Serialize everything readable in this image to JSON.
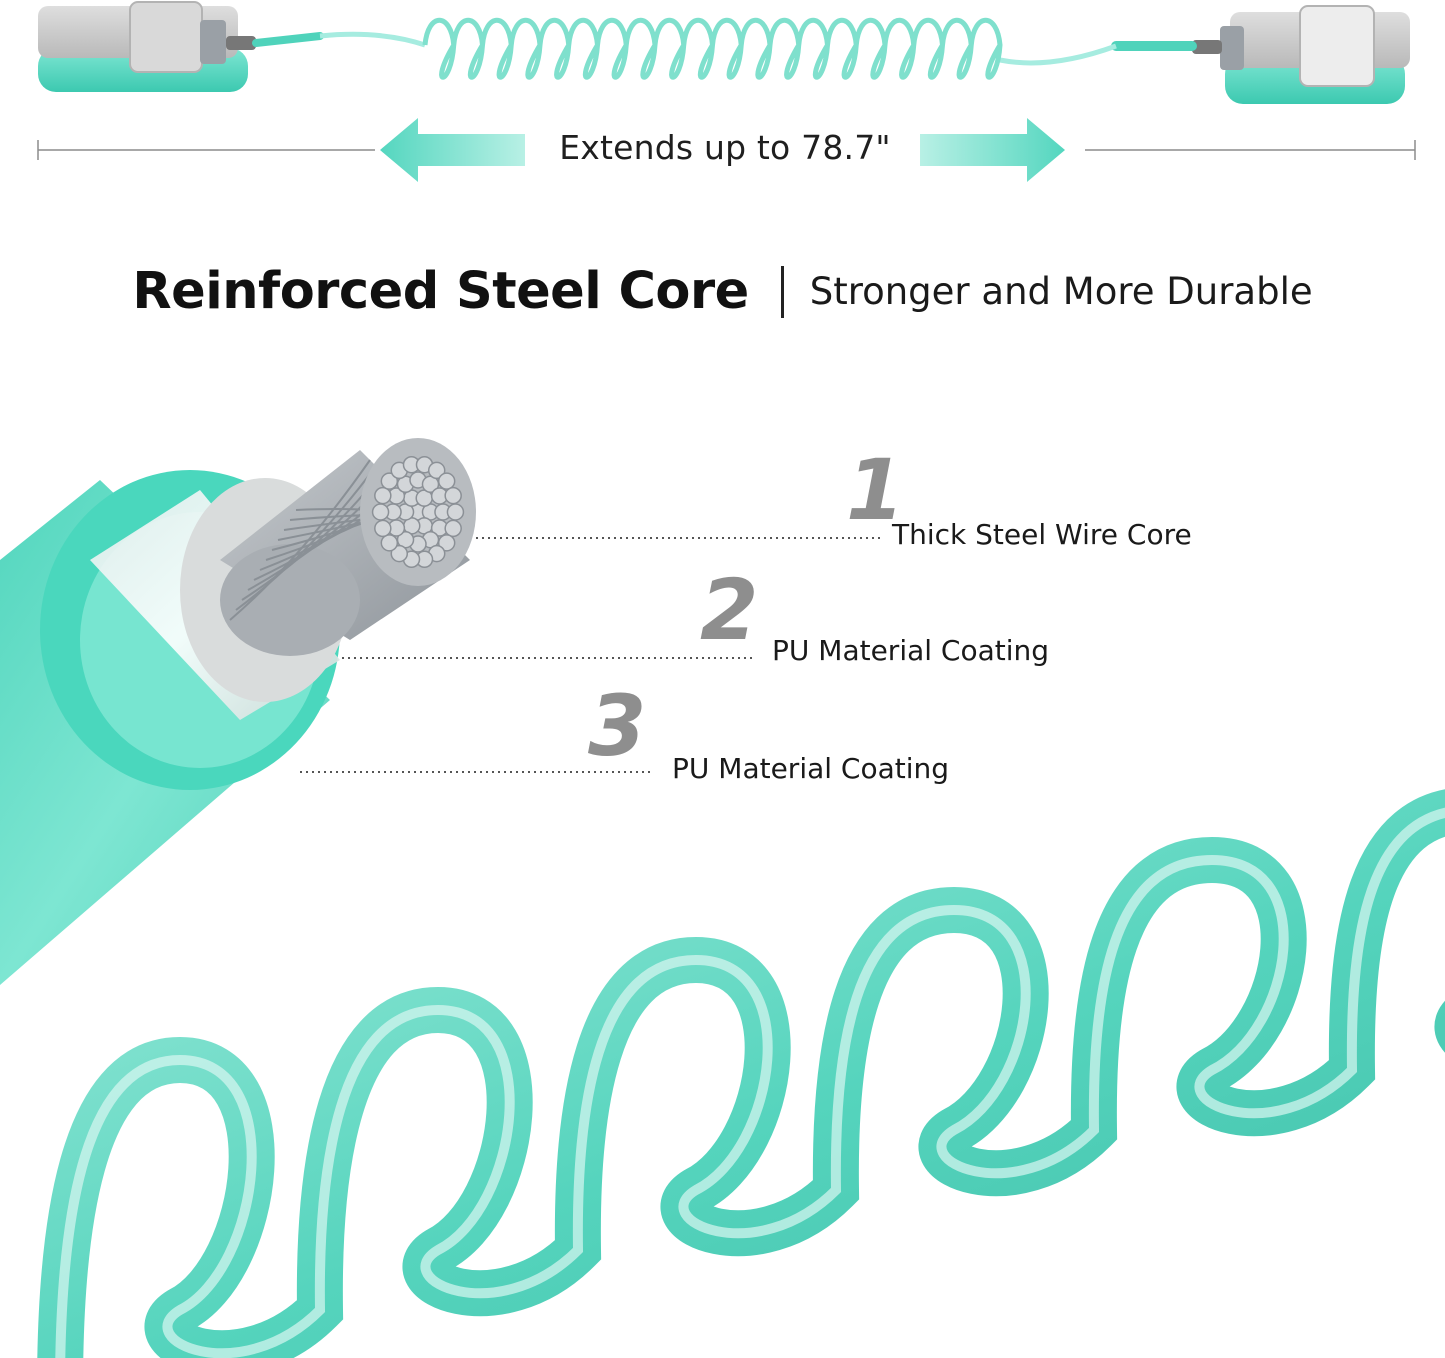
{
  "dimension": {
    "text": "Extends up to 78.7\""
  },
  "headline": {
    "title": "Reinforced Steel Core",
    "subtitle": "Stronger and More Durable"
  },
  "layers": [
    {
      "number": "1",
      "label": "Thick Steel Wire Core"
    },
    {
      "number": "2",
      "label": "PU Material Coating"
    },
    {
      "number": "3",
      "label": "PU Material Coating"
    }
  ],
  "colors": {
    "teal": "#5fd8c2",
    "teal_dark": "#2fbfa6",
    "grey_strap": "#c9c9c9",
    "steel": "#b8bcc0"
  }
}
